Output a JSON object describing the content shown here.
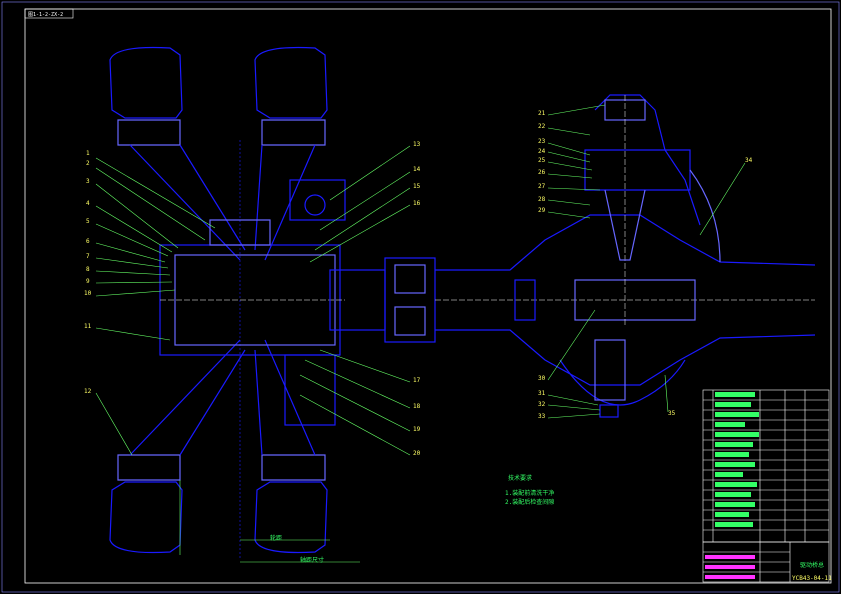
{
  "drawing": {
    "corner_tag": "图1-1-2-ZX-2",
    "drawing_no": "YCB43-04-11",
    "drawing_name": "驱动桥总",
    "notes_title": "技术要求",
    "notes_lines": [
      "1.装配前清洗干净",
      "2.装配后检查间隙"
    ],
    "dim_a": "轮距",
    "dim_b": "轴距尺寸"
  },
  "callouts_left": [
    "1",
    "2",
    "3",
    "4",
    "5",
    "6",
    "7",
    "8",
    "9",
    "10",
    "11",
    "12"
  ],
  "callouts_right_top": [
    "13",
    "14",
    "15",
    "16"
  ],
  "callouts_right_bottom": [
    "17",
    "18",
    "19",
    "20"
  ],
  "callouts_axle_left": [
    "21",
    "22",
    "23",
    "24",
    "25",
    "26",
    "27",
    "28",
    "29"
  ],
  "callouts_axle_bottom": [
    "30",
    "31",
    "32",
    "33"
  ],
  "callouts_axle_right": [
    "34",
    "35"
  ],
  "colors": {
    "outline": "#1a1aff",
    "leader": "#66ff66",
    "label": "#ffff33",
    "hatch": "#6666ff",
    "frame": "#ffffff"
  }
}
